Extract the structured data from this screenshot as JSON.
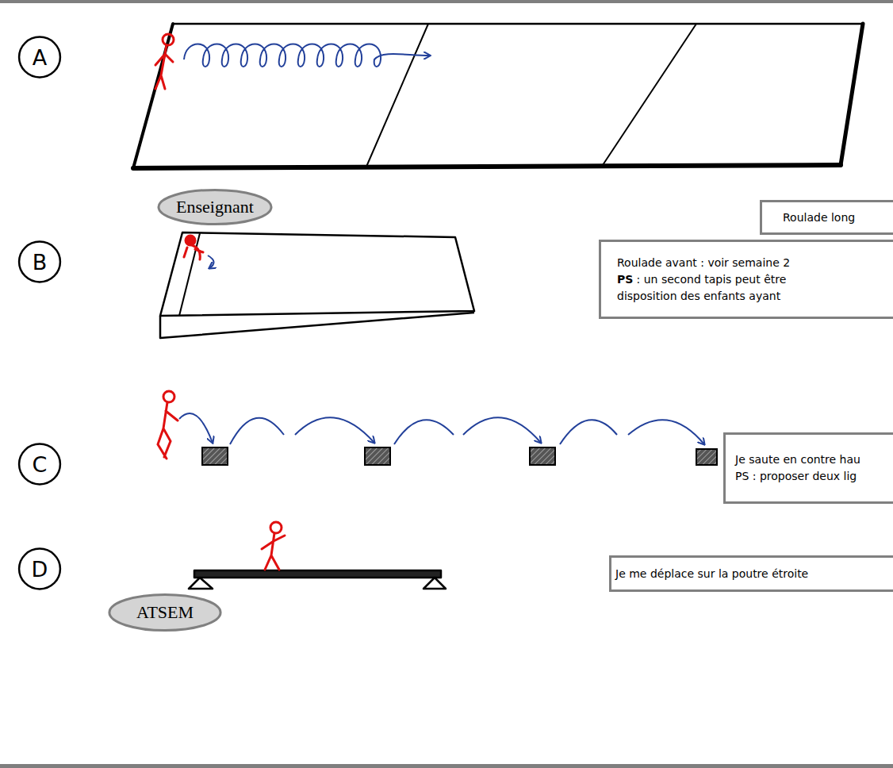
{
  "diagram": {
    "nodes": [
      {
        "text": [
          "A"
        ]
      },
      {
        "text": [
          "Roulade long"
        ]
      },
      {
        "text": [
          "Enseignant"
        ]
      },
      {
        "text": [
          "B"
        ]
      },
      {
        "text": [
          "Roulade avant : voir semaine 2",
          "PS",
          ": un second tapis peut être",
          "disposition des enfants ayant"
        ]
      },
      {
        "text": [
          "C"
        ]
      },
      {
        "text": [
          "Je saute en contre hau",
          "PS : proposer deux lig"
        ]
      },
      {
        "text": [
          "D"
        ]
      },
      {
        "text": [
          "Je me déplace sur la poutre étroite"
        ]
      },
      {
        "text": [
          "ATSEM"
        ]
      }
    ]
  }
}
